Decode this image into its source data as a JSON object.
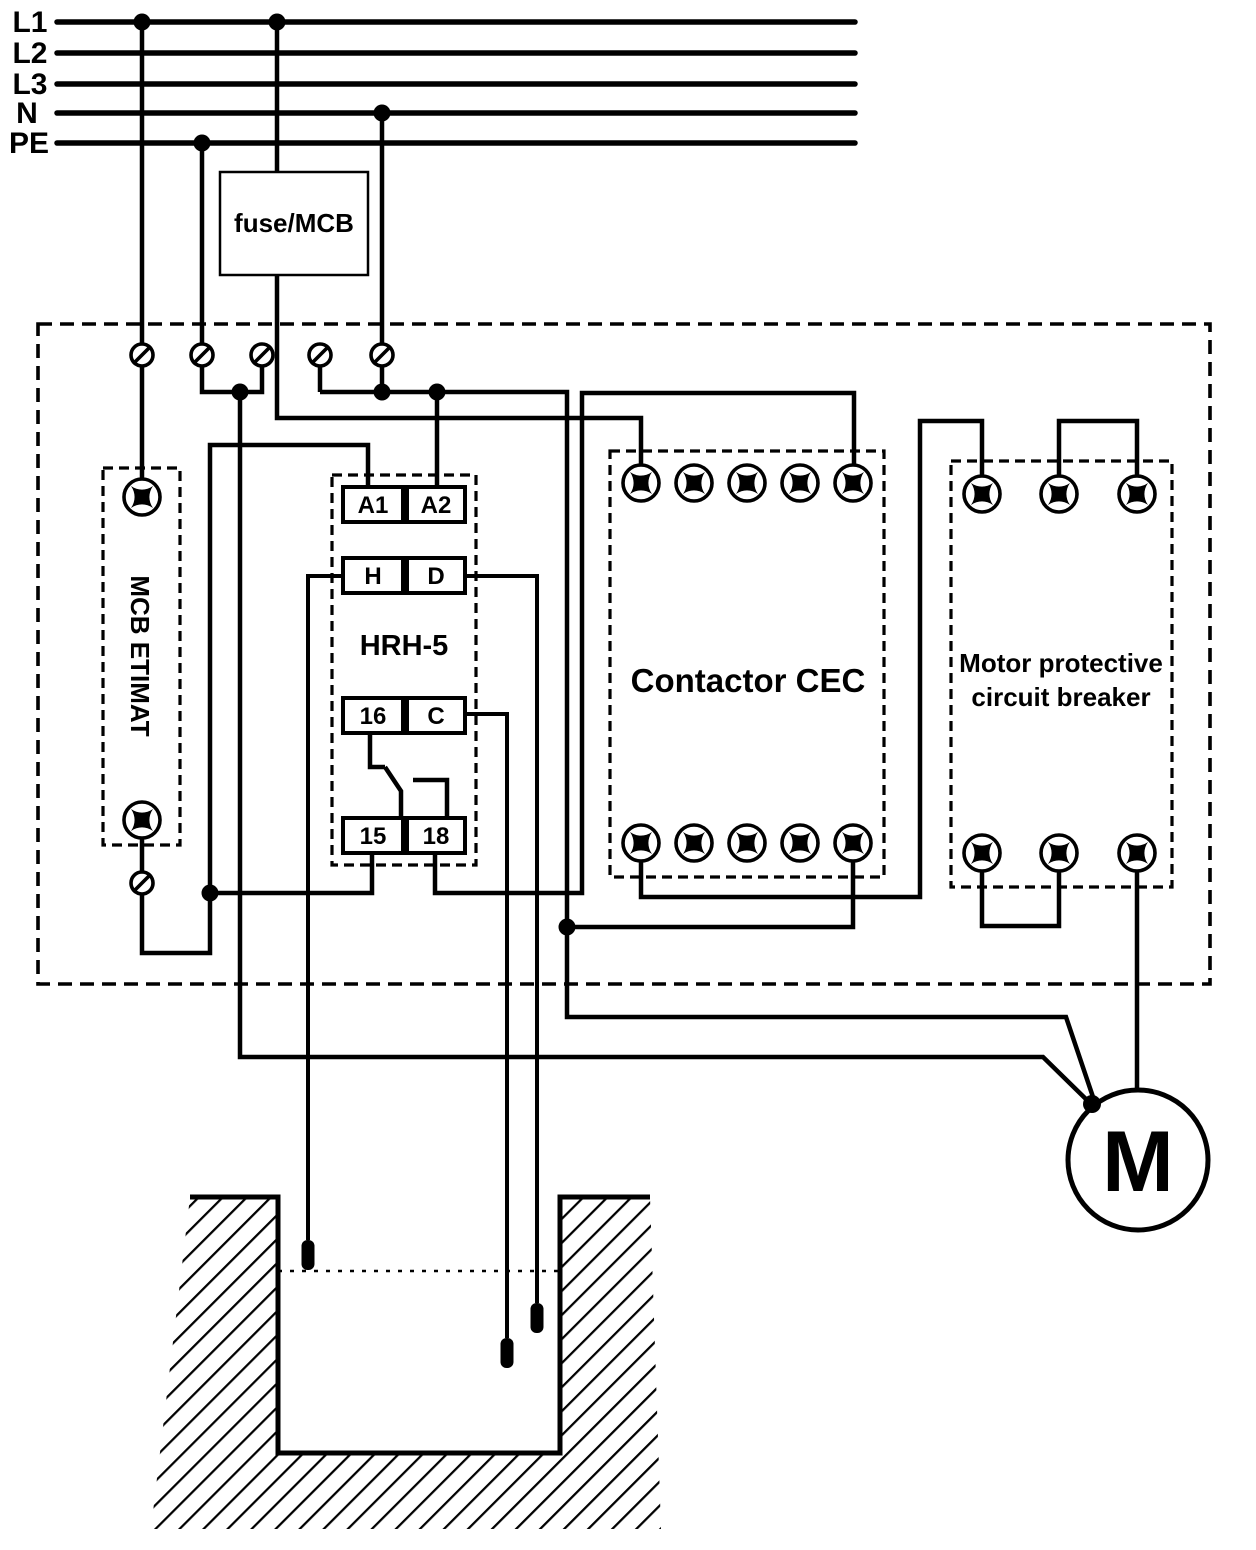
{
  "colors": {
    "ink": "#000000",
    "paper": "#ffffff"
  },
  "rails": {
    "labels": [
      "L1",
      "L2",
      "L3",
      "N",
      "PE"
    ]
  },
  "fuse_box": {
    "label": "fuse/MCB"
  },
  "mcb_etimat": {
    "label": "MCB ETIMAT"
  },
  "hrh5": {
    "label": "HRH-5",
    "terminals": {
      "a1": "A1",
      "a2": "A2",
      "h": "H",
      "d": "D",
      "t16": "16",
      "c": "C",
      "t15": "15",
      "t18": "18"
    }
  },
  "contactor": {
    "label": "Contactor CEC"
  },
  "breaker": {
    "label_line1": "Motor protective",
    "label_line2": "circuit breaker"
  },
  "motor": {
    "label": "M"
  }
}
